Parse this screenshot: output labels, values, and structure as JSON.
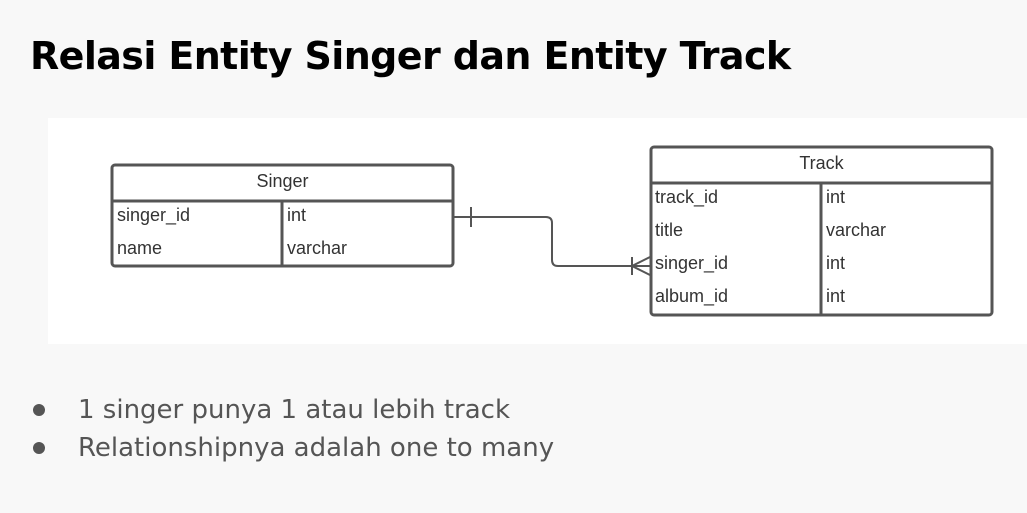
{
  "title": "Relasi Entity Singer dan Entity Track",
  "entities": {
    "singer": {
      "name": "Singer",
      "attributes": [
        {
          "name": "singer_id",
          "type": "int"
        },
        {
          "name": "name",
          "type": "varchar"
        }
      ]
    },
    "track": {
      "name": "Track",
      "attributes": [
        {
          "name": "track_id",
          "type": "int"
        },
        {
          "name": "title",
          "type": "varchar"
        },
        {
          "name": "singer_id",
          "type": "int"
        },
        {
          "name": "album_id",
          "type": "int"
        }
      ]
    }
  },
  "relationship": {
    "from": "Singer.singer_id",
    "to": "Track.singer_id",
    "from_cardinality": "one",
    "to_cardinality": "one-or-many"
  },
  "bullets": [
    "1 singer punya 1 atau lebih track",
    "Relationshipnya adalah one to many"
  ],
  "colors": {
    "background": "#f8f8f8",
    "diagram_background": "#ffffff",
    "entity_stroke": "#555555",
    "title_text": "#000000",
    "bullet_text": "#555555"
  }
}
